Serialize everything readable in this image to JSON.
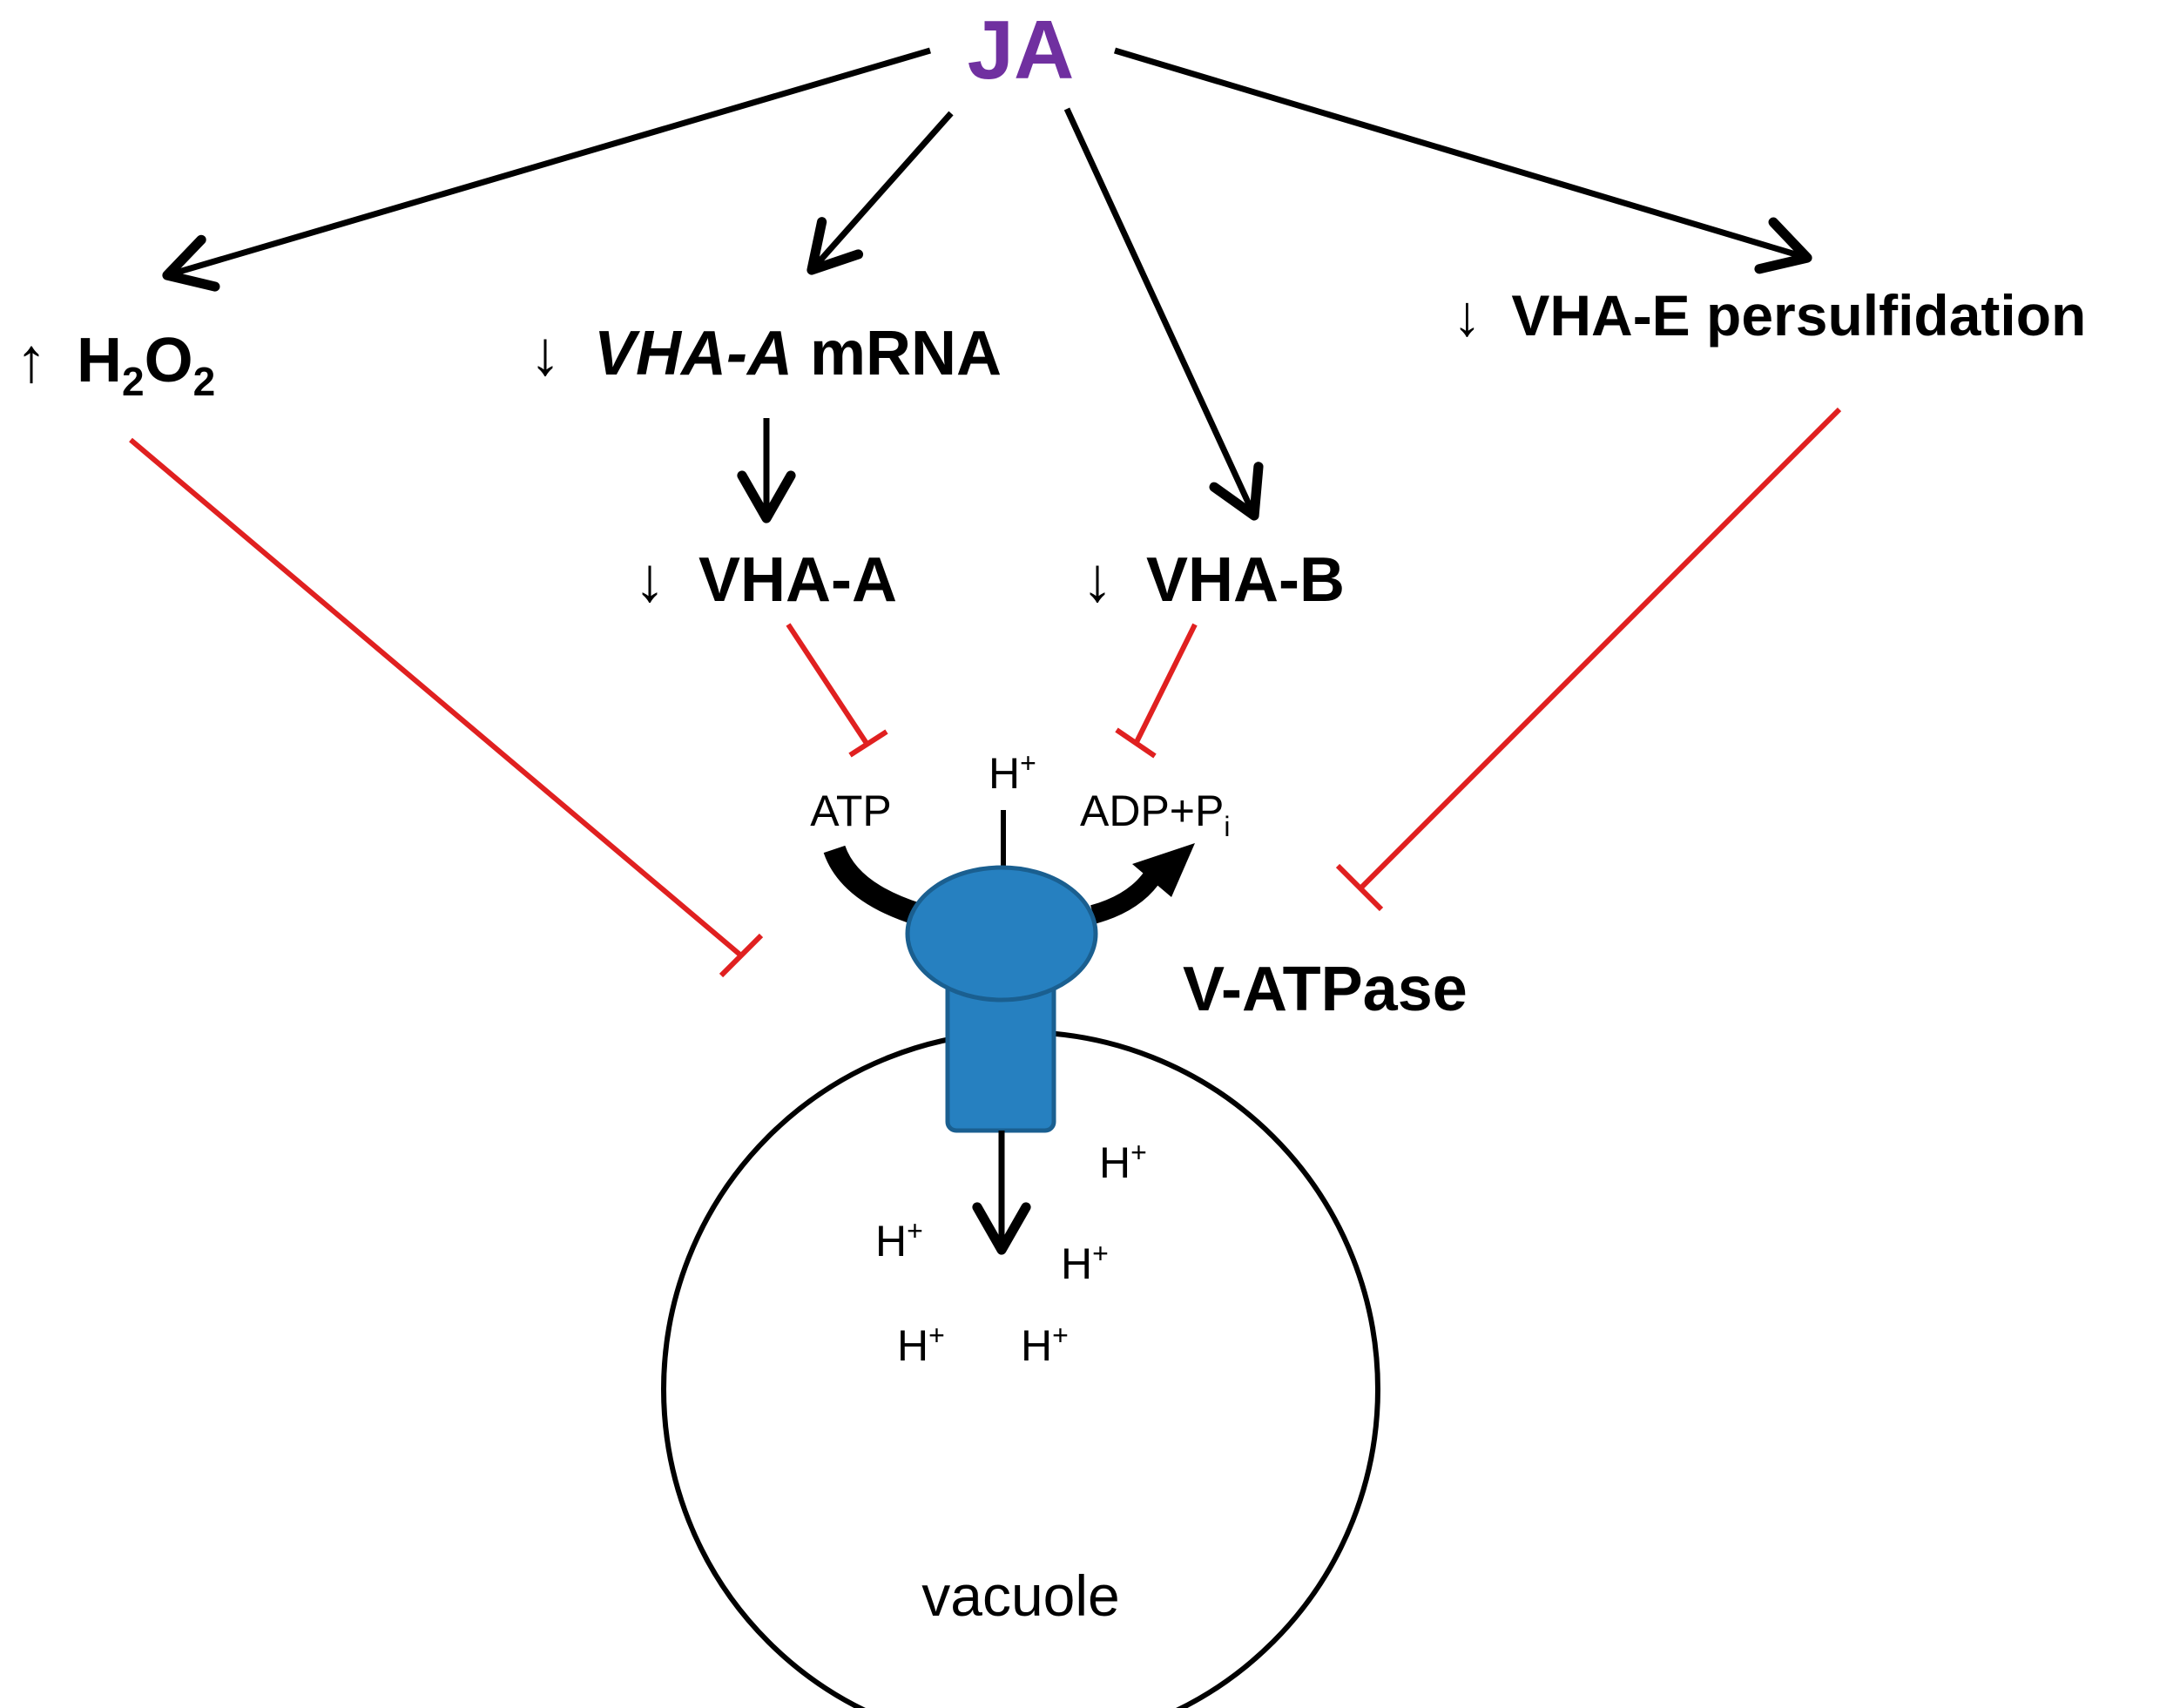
{
  "colors": {
    "title": "#7030a0",
    "arrow": "#000000",
    "inhibit": "#e02020",
    "atpase_fill": "#2680c0",
    "atpase_stroke": "#1a5f90"
  },
  "nodes": {
    "ja": "JA",
    "h2o2": {
      "arrow": "↑",
      "h": "H",
      "sub1": "2",
      "o": "O",
      "sub2": "2"
    },
    "vha_a_mrna": {
      "arrow": "↓",
      "gene": "VHA-A",
      "suffix": " mRNA"
    },
    "vha_a": {
      "arrow": "↓",
      "label": "VHA-A"
    },
    "vha_b": {
      "arrow": "↓",
      "label": "VHA-B"
    },
    "vha_e": {
      "arrow": "↓",
      "label": "VHA-E persulfidation"
    },
    "atp": "ATP",
    "adp": {
      "main": "ADP+P",
      "sub": "i"
    },
    "h_top": {
      "h": "H",
      "sup": "+"
    },
    "vatpase": "V-ATPase",
    "vacuole": "vacuole",
    "protons": [
      {
        "h": "H",
        "sup": "+"
      },
      {
        "h": "H",
        "sup": "+"
      },
      {
        "h": "H",
        "sup": "+"
      },
      {
        "h": "H",
        "sup": "+"
      },
      {
        "h": "H",
        "sup": "+"
      }
    ]
  }
}
